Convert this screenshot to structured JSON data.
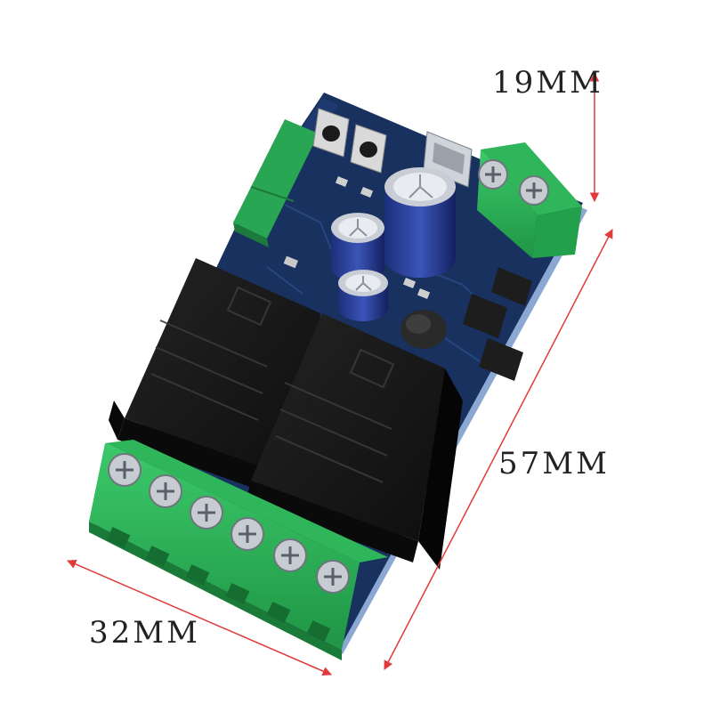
{
  "dimensions": {
    "height_label": "19MM",
    "length_label": "57MM",
    "width_label": "32MM"
  },
  "colors": {
    "pcb": "#18315f",
    "pcb_edge": "#8aa8d2",
    "terminal_green": "#2fb55a",
    "relay_black": "#141414",
    "arrow_red": "#e03a3a"
  }
}
